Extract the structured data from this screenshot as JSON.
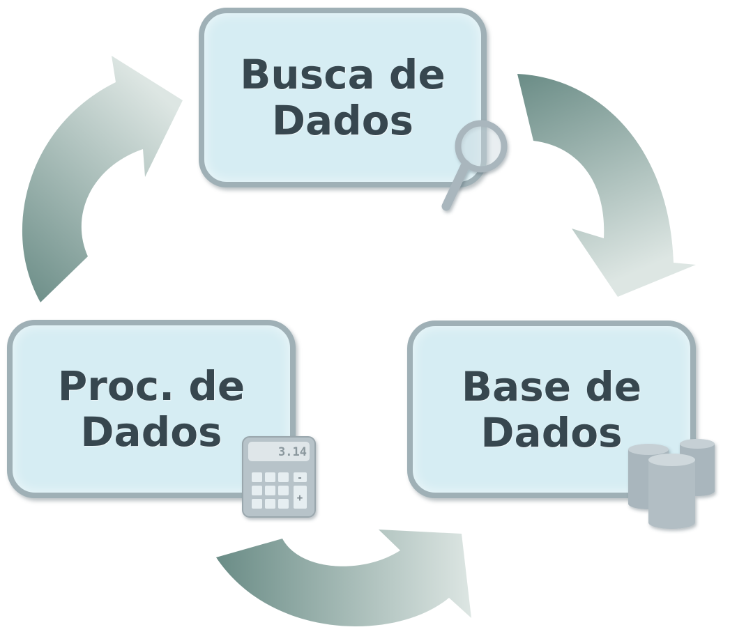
{
  "diagram": {
    "nodes": {
      "search": {
        "label": "Busca de\nDados"
      },
      "database": {
        "label": "Base de\nDados"
      },
      "processing": {
        "label": "Proc. de\nDados"
      }
    },
    "icons": {
      "search": "magnifier-icon",
      "database": "database-cylinders-icon",
      "processing": "calculator-icon"
    },
    "calculator": {
      "display": "3.14",
      "key_minus": "-",
      "key_plus": "+"
    },
    "colors": {
      "arrow_dark": "#6a8c86",
      "arrow_light": "#dde6e3",
      "box_fill": "#d6edf3",
      "box_border": "#9fb0b6",
      "text": "#37474f",
      "icon_gray": "#a9b6bd"
    }
  }
}
